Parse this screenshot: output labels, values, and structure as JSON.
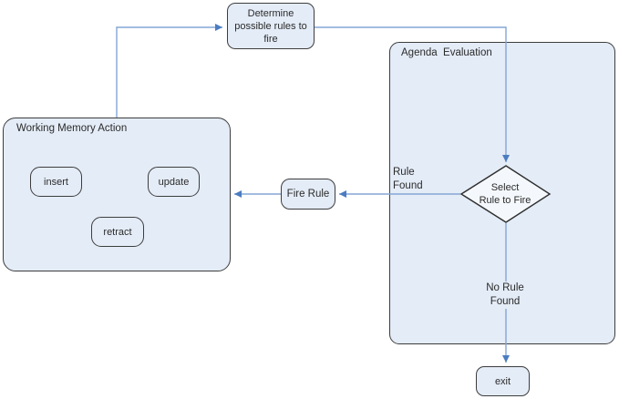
{
  "diagram_title": "Rule engine execution cycle flowchart",
  "colors": {
    "node_fill": "#e4ecf7",
    "diamond_fill": "#f4f8fc",
    "node_border": "#3d3d3d",
    "edge_line": "#84a5d6",
    "arrowhead": "#4a7cc0",
    "text": "#2b2b2b",
    "background": "#ffffff"
  },
  "nodes": {
    "determine": {
      "lines": [
        "Determine",
        "possible rules to",
        "fire"
      ]
    },
    "agenda": {
      "label": "Agenda  Evaluation"
    },
    "select_rule": {
      "lines": [
        "Select",
        "Rule to Fire"
      ]
    },
    "fire_rule": {
      "label": "Fire Rule"
    },
    "working_memory": {
      "label": "Working Memory Action"
    },
    "insert": {
      "label": "insert"
    },
    "update": {
      "label": "update"
    },
    "retract": {
      "label": "retract"
    },
    "exit": {
      "label": "exit"
    }
  },
  "edge_labels": {
    "rule_found": {
      "lines": [
        "Rule",
        "Found"
      ]
    },
    "no_rule_found": {
      "lines": [
        "No Rule",
        "Found"
      ]
    }
  },
  "edges": [
    {
      "name": "working-memory-to-determine",
      "from": "working_memory",
      "to": "determine"
    },
    {
      "name": "determine-to-select-rule",
      "from": "determine",
      "to": "select_rule"
    },
    {
      "name": "select-rule-to-fire-rule",
      "from": "select_rule",
      "to": "fire_rule",
      "label": "Rule Found"
    },
    {
      "name": "fire-rule-to-working-memory",
      "from": "fire_rule",
      "to": "working_memory"
    },
    {
      "name": "select-rule-to-exit",
      "from": "select_rule",
      "to": "exit",
      "label": "No Rule Found"
    }
  ]
}
